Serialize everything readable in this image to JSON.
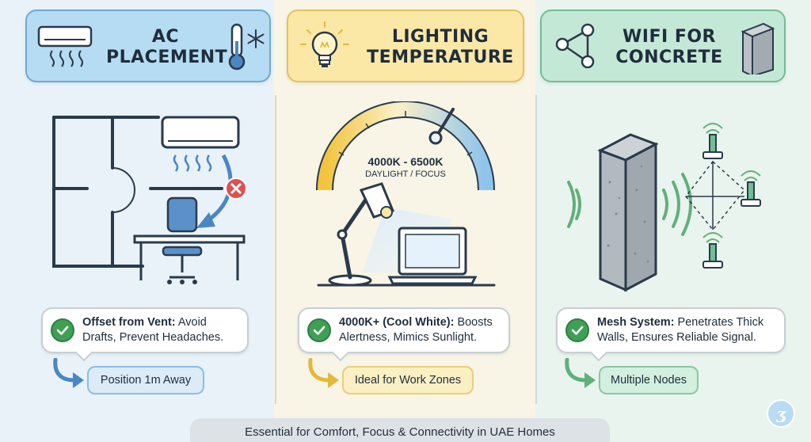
{
  "colors": {
    "ac_header_bg": "#b6dcf3",
    "ac_header_border": "#6ea9d4",
    "light_header_bg": "#fbe8a6",
    "light_header_border": "#e3c35a",
    "wifi_header_bg": "#c4e8d6",
    "wifi_header_border": "#6fbf95",
    "check_green": "#3fa055",
    "arrow_blue": "#4a86c2",
    "arrow_yellow": "#e3b93a",
    "arrow_green": "#5fb07a"
  },
  "panels": [
    {
      "id": "ac",
      "title_line1": "AC",
      "title_line2": "PLACEMENT",
      "icons": [
        "air-conditioner-icon",
        "thermometer-icon",
        "snowflake-icon"
      ],
      "bubble_bold": "Offset from Vent:",
      "bubble_line1_rest": " Avoid",
      "bubble_line2": "Drafts, Prevent Headaches.",
      "pill": "Position 1m Away"
    },
    {
      "id": "lighting",
      "title_line1": "LIGHTING",
      "title_line2": "TEMPERATURE",
      "icons": [
        "light-bulb-icon",
        "desk-lamp-icon",
        "laptop-icon"
      ],
      "gauge_range": "4000K - 6500K",
      "gauge_label": "DAYLIGHT / FOCUS",
      "bubble_bold": "4000K+ (Cool White):",
      "bubble_line1_rest": " Boosts",
      "bubble_line2": "Alertness, Mimics Sunlight.",
      "pill": "Ideal for Work Zones"
    },
    {
      "id": "wifi",
      "title_line1": "WIFI FOR",
      "title_line2": "CONCRETE",
      "icons": [
        "network-nodes-icon",
        "concrete-block-icon",
        "router-icon"
      ],
      "bubble_bold": "Mesh System:",
      "bubble_line1_rest": " Penetrates Thick",
      "bubble_line2": "Walls, Ensures Reliable Signal.",
      "pill": "Multiple Nodes"
    }
  ],
  "footer": "Essential for Comfort, Focus & Connectivity in UAE Homes"
}
